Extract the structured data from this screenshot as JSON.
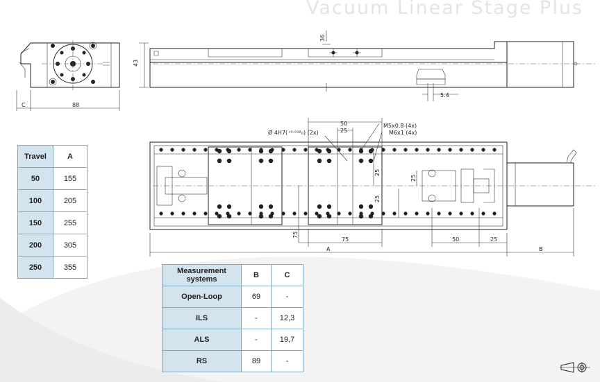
{
  "title": "Vacuum Linear Stage Plus",
  "dimensions": {
    "side_height": "43",
    "side_width": "88",
    "side_c": "C",
    "top_36": "36",
    "top_5_4": "5.4",
    "plan_50_top": "50",
    "plan_25_top": "25",
    "hole_4h7": "Ø 4H7(⁺⁰·⁰¹²₀) (2x)",
    "thread_m5": "M5x0.8 (4x)",
    "thread_m6": "M6x1 (4x)",
    "vert_25a": "25",
    "vert_25b": "25",
    "vert_25c": "25",
    "vert_75": "75",
    "bottom_75": "75",
    "bottom_a": "A",
    "bottom_50": "50",
    "bottom_25": "25",
    "bottom_b": "B"
  },
  "travel_table": {
    "headers": [
      "Travel",
      "A"
    ],
    "rows": [
      [
        "50",
        "155"
      ],
      [
        "100",
        "205"
      ],
      [
        "150",
        "255"
      ],
      [
        "200",
        "305"
      ],
      [
        "250",
        "355"
      ]
    ]
  },
  "measurement_table": {
    "headers": [
      "Measurement systems",
      "B",
      "C"
    ],
    "rows": [
      [
        "Open-Loop",
        "69",
        "-"
      ],
      [
        "ILS",
        "-",
        "12,3"
      ],
      [
        "ALS",
        "-",
        "19,7"
      ],
      [
        "RS",
        "89",
        "-"
      ]
    ]
  },
  "colors": {
    "table_border": "#7fa9c3",
    "table_header_bg": "#d4e4ee",
    "title_color": "#e4e4e4",
    "swoosh_color": "#f2f2f2"
  }
}
